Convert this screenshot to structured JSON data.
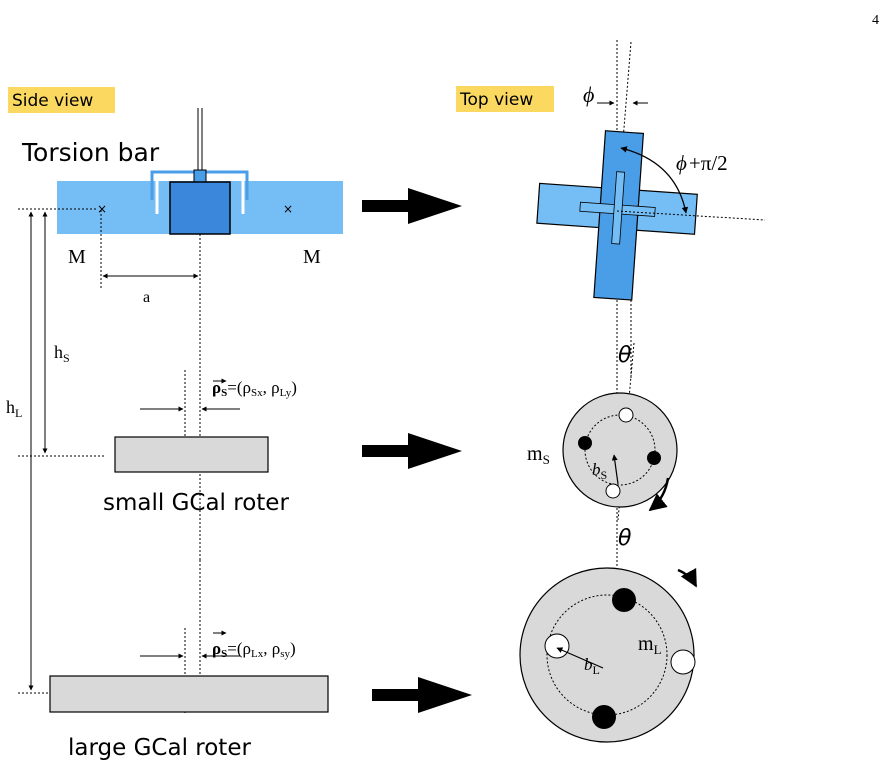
{
  "page_number": "4",
  "side_view": {
    "heading": "Side view",
    "torsion_bar_label": "Torsion bar",
    "mass_left": "M",
    "mass_right": "M",
    "mass_marker": "×",
    "arm_label": "a",
    "hs_main": "h",
    "hs_sub": "S",
    "hl_main": "h",
    "hl_sub": "L",
    "rho_small": {
      "symbol": "ρ",
      "sub": "S",
      "eq_open": "=(ρ",
      "sub1": "Sx",
      "comma": ", ρ",
      "sub2": "Ly",
      "close": ")"
    },
    "rho_large": {
      "symbol": "ρ",
      "sub": "S",
      "eq_open": "=(ρ",
      "sub1": "Lx",
      "comma": ", ρ",
      "sub2": "sy",
      "close": ")"
    },
    "small_rotor_label": "small GCal roter",
    "large_rotor_label": "large GCal roter"
  },
  "top_view": {
    "heading": "Top view",
    "phi": "ϕ",
    "phi_plus": "ϕ",
    "phi_plus_rest": "+π/2",
    "theta_small": "θ",
    "theta_large": "θ",
    "ms_main": "m",
    "ms_sub": "S",
    "bs_main": "b",
    "bs_sub": "S",
    "ml_main": "m",
    "ml_sub": "L",
    "bl_main": "b",
    "bl_sub": "L"
  },
  "colors": {
    "light_blue": "#74bef5",
    "mid_blue": "#4a9ee8",
    "dark_blue": "#3a87dc",
    "highlight": "#fbd960",
    "rotor_gray": "#d9d9d9"
  }
}
